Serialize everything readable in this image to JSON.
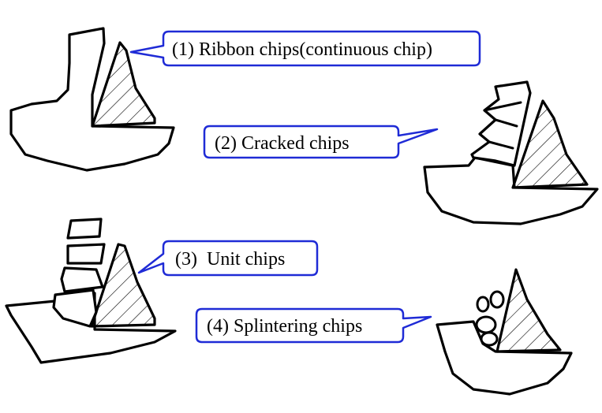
{
  "colors": {
    "stroke": "#000000",
    "callout_border": "#1f2bd6",
    "background": "#ffffff"
  },
  "callouts": {
    "ribbon": "(1) Ribbon chips(continuous chip)",
    "cracked": "(2) Cracked chips",
    "unit": "(3)  Unit chips",
    "splintering": "(4) Splintering chips"
  }
}
